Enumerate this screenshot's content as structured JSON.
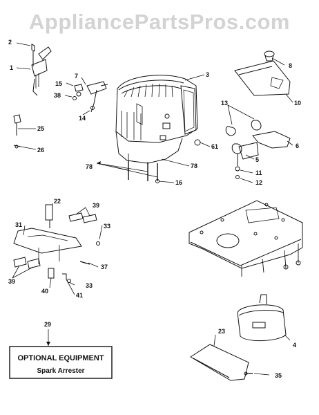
{
  "watermark": "AppliancePartsPros.com",
  "optional_box": {
    "title": "OPTIONAL EQUIPMENT",
    "subtitle": "Spark Arrester"
  },
  "part_labels": {
    "p1": "1",
    "p2": "2",
    "p3": "3",
    "p4": "4",
    "p5": "5",
    "p6": "6",
    "p7": "7",
    "p8": "8",
    "p10": "10",
    "p11": "11",
    "p12": "12",
    "p13": "13",
    "p14": "14",
    "p15": "15",
    "p16": "16",
    "p22": "22",
    "p23": "23",
    "p25": "25",
    "p26": "26",
    "p29": "29",
    "p31": "31",
    "p33a": "33",
    "p33b": "33",
    "p35": "35",
    "p37": "37",
    "p38": "38",
    "p39a": "39",
    "p39b": "39",
    "p40": "40",
    "p41": "41",
    "p61": "61",
    "p78a": "78",
    "p78b": "78"
  },
  "colors": {
    "ink": "#111111",
    "watermark": "#d3d3d3",
    "background": "#ffffff"
  }
}
